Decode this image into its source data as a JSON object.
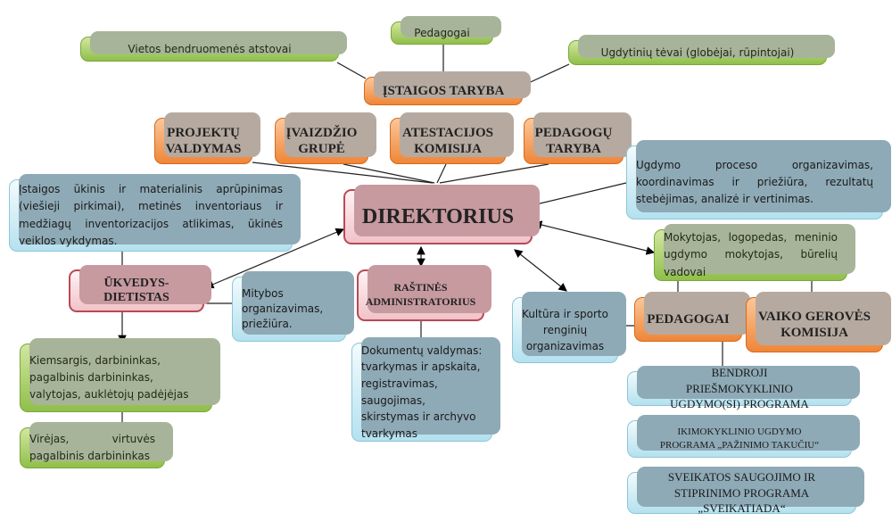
{
  "top": {
    "community": "Vietos bendruomenės atstovai",
    "teachers": "Pedagogai",
    "parents": "Ugdytinių tėvai (globėjai,  rūpintojai)",
    "council": "ĮSTAIGOS TARYBA"
  },
  "groups": [
    "PROJEKTŲ VALDYMAS",
    "ĮVAIZDŽIO GRUPĖ",
    "ATESTACIJOS KOMISIJA",
    "PEDAGOGŲ TARYBA"
  ],
  "director": "DIREKTORIUS",
  "director_duties": "Ugdymo proceso organizavimas, koordinavimas ir priežiūra, rezultatų stebėjimas, analizė ir vertinimas.",
  "left": {
    "duties": "Įstaigos ūkinis ir materialinis  aprūpinimas (viešieji pirkimai), metinės inventoriaus ir medžiagų inventorizacijos  atlikimas, ūkinės veiklos vykdymas.",
    "manager": "ŪKVEDYS-DIETISTAS",
    "nutrition": "Mitybos organizavimas, priežiūra.",
    "staff": "Kiemsargis, darbininkas, pagalbinis darbininkas, valytojas, auklėtojų padėjėjas",
    "cooks": "Virėjas, virtuvės pagalbinis darbininkas"
  },
  "office": {
    "title": "RAŠTINĖS ADMINISTRATORIUS",
    "duties": "Dokumentų valdymas: tvarkymas ir apskaita, registravimas, saugojimas, skirstymas ir archyvo tvarkymas"
  },
  "right": {
    "specialists": "Mokytojas, logopedas, meninio ugdymo mokytojas, būrelių vadovai",
    "culture": "Kultūra ir sporto renginių organizavimas",
    "pedagogues": "PEDAGOGAI",
    "welfare": "VAIKO GEROVĖS KOMISIJA"
  },
  "programs": [
    "BENDROJI PRIEŠMOKYKLINIO UGDYMO(SI) PROGRAMA",
    "IKIMOKYKLINIO UGDYMO PROGRAMA „PAŽINIMO TAKUČIU“",
    "SVEIKATOS SAUGOJIMO IR STIPRINIMO PROGRAMA „SVEIKATIADA“"
  ]
}
